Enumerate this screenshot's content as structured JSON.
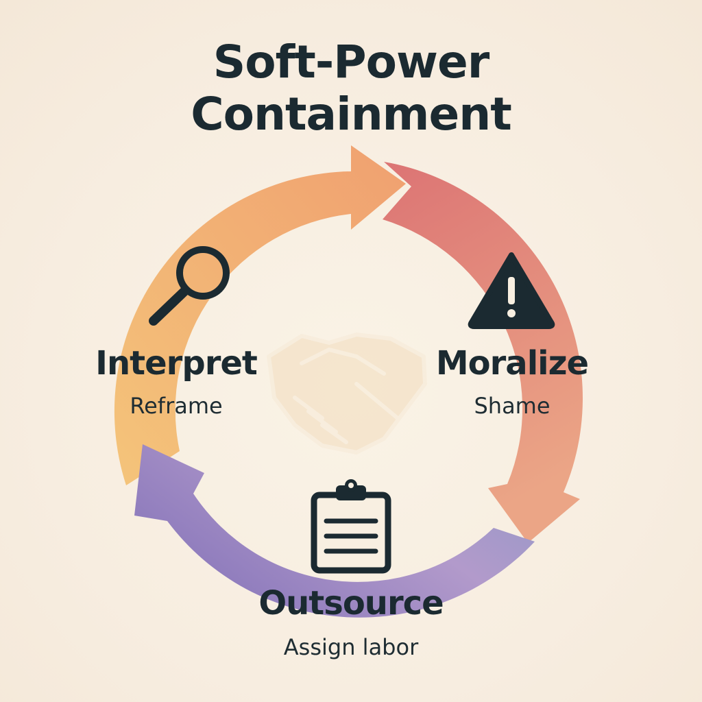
{
  "title": {
    "line1": "Soft-Power",
    "line2": "Containment"
  },
  "steps": [
    {
      "label": "Interpret",
      "sublabel": "Reframe",
      "icon": "magnifying-glass-icon",
      "color": "#f2b46a"
    },
    {
      "label": "Moralize",
      "sublabel": "Shame",
      "icon": "warning-triangle-icon",
      "color": "#e07f74"
    },
    {
      "label": "Outsource",
      "sublabel": "Assign labor",
      "icon": "clipboard-icon",
      "color": "#9a86c0"
    }
  ],
  "center_icon": "handshake-icon",
  "colors": {
    "background": "#f8efe1",
    "text": "#1b2a31",
    "arrow_orange": "#f2a76a",
    "arrow_red": "#e07f74",
    "arrow_purple": "#8e7cbd"
  }
}
